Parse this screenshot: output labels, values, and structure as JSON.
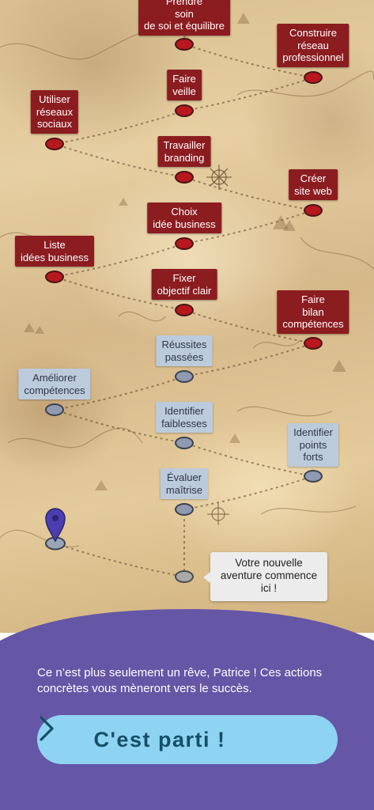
{
  "map": {
    "steps": [
      {
        "id": "prendre-soin",
        "label": "Prendre\nsoin\nde soi et équilibre",
        "style": "red"
      },
      {
        "id": "construire-reseau",
        "label": "Construire\nréseau\nprofessionnel",
        "style": "red"
      },
      {
        "id": "faire-veille",
        "label": "Faire\nveille",
        "style": "red"
      },
      {
        "id": "utiliser-reseaux",
        "label": "Utiliser\nréseaux\nsociaux",
        "style": "red"
      },
      {
        "id": "travailler-branding",
        "label": "Travailler\nbranding",
        "style": "red"
      },
      {
        "id": "creer-site",
        "label": "Créer\nsite web",
        "style": "red"
      },
      {
        "id": "choix-idee",
        "label": "Choix\nidée business",
        "style": "red"
      },
      {
        "id": "liste-idees",
        "label": "Liste\nidées business",
        "style": "red"
      },
      {
        "id": "fixer-objectif",
        "label": "Fixer\nobjectif clair",
        "style": "red"
      },
      {
        "id": "faire-bilan",
        "label": "Faire\nbilan\ncompétences",
        "style": "red"
      },
      {
        "id": "reussites-passees",
        "label": "Réussites\npassées",
        "style": "grey"
      },
      {
        "id": "ameliorer-competences",
        "label": "Améliorer\ncompétences",
        "style": "grey"
      },
      {
        "id": "identifier-faiblesses",
        "label": "Identifier\nfaiblesses",
        "style": "grey"
      },
      {
        "id": "identifier-points-forts",
        "label": "Identifier\npoints\nforts",
        "style": "grey"
      },
      {
        "id": "evaluer-maitrise",
        "label": "Évaluer\nmaîtrise",
        "style": "grey"
      }
    ],
    "start_bubble": "Votre nouvelle\naventure commence\nici !",
    "icons": {
      "pin": "location-pin-icon",
      "compass": "compass-icon"
    },
    "colors": {
      "completed": "#8b1c20",
      "pending": "#bccbdc",
      "bottom": "#6656a6",
      "cta": "#8fd3f2"
    }
  },
  "bottom": {
    "message": "Ce n’est plus seulement un rêve, Patrice ! Ces actions concrètes vous mèneront vers le succès.",
    "cta_label": "C'est parti !",
    "cta_icon": "chevron-right-icon"
  }
}
